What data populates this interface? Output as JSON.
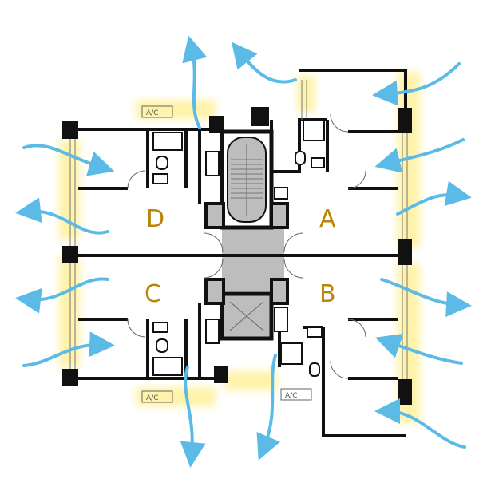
{
  "units": [
    {
      "id": "D",
      "label": "D"
    },
    {
      "id": "A",
      "label": "A"
    },
    {
      "id": "C",
      "label": "C"
    },
    {
      "id": "B",
      "label": "B"
    }
  ],
  "ac_labels": [
    {
      "id": "ac-top",
      "label": "A/C"
    },
    {
      "id": "ac-bottom-left",
      "label": "A/C"
    },
    {
      "id": "ac-bottom-right",
      "label": "A/C"
    }
  ],
  "colors": {
    "label": "#b8860b",
    "airflow": "#5bbbe6",
    "highlight": "#fff2a8",
    "core_fill": "#bdbdbd",
    "wall": "#111111"
  },
  "icons": [
    "airflow-arrow-icon",
    "stair-icon",
    "elevator-icon",
    "toilet-icon",
    "sink-icon",
    "shower-icon"
  ]
}
